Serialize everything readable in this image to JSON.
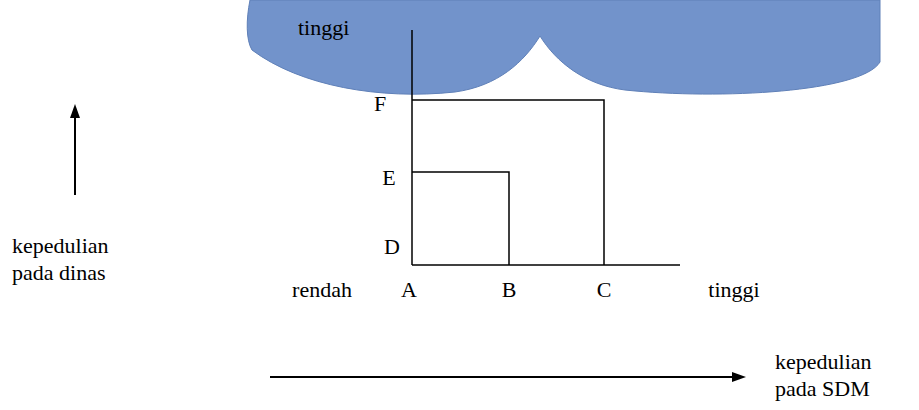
{
  "diagram": {
    "labels": [
      "tinggi",
      "F",
      "E",
      "D",
      "rendah",
      "A",
      "B",
      "C",
      "tinggi",
      "kepedulian pada dinas",
      "kepedulian pada SDM"
    ]
  }
}
